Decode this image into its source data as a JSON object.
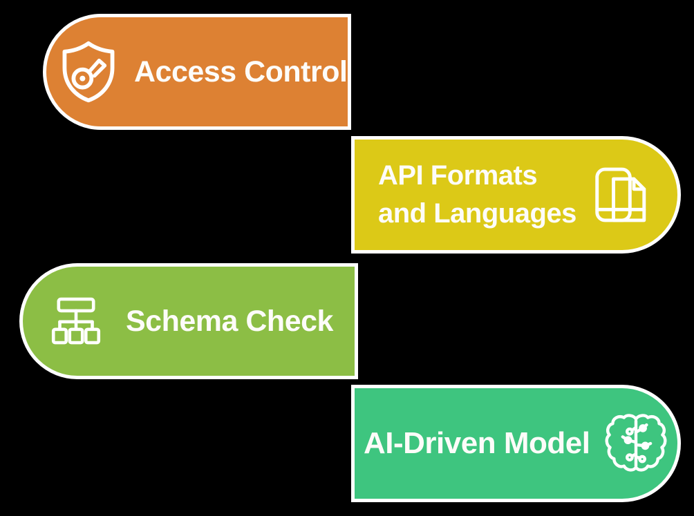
{
  "canvas": {
    "background": "#000000",
    "border_color": "#FFFFFF",
    "text_color": "#FDFCF9"
  },
  "cards": [
    {
      "id": "access-control",
      "label": "Access Control",
      "color": "#DD8133",
      "icon": "shield-key-icon",
      "side": "left"
    },
    {
      "id": "api-formats-and-languages",
      "label": "API Formats and Languages",
      "label_lines": [
        "API Formats",
        "and Languages"
      ],
      "color": "#DCC917",
      "icon": "document-pages-icon",
      "side": "right"
    },
    {
      "id": "schema-check",
      "label": "Schema Check",
      "color": "#8CBE45",
      "icon": "hierarchy-icon",
      "side": "left"
    },
    {
      "id": "ai-driven-model",
      "label": "AI-Driven Model",
      "color": "#3EC57F",
      "icon": "brain-circuit-icon",
      "side": "right"
    }
  ]
}
